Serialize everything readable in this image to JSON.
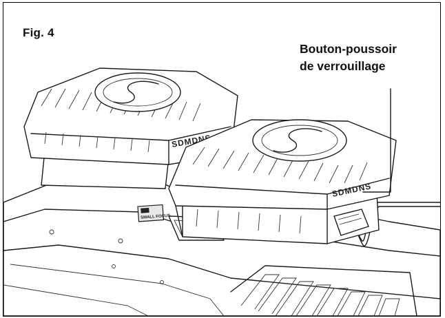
{
  "figure": {
    "label": "Fig. 4",
    "callout_line1": "Bouton-poussoir",
    "callout_line2": "de verrouillage"
  },
  "battery": {
    "brand_text": "SDMDNS"
  },
  "charger": {
    "label_text": "SMALL FOCUS"
  },
  "colors": {
    "ink": "#1a1a1a",
    "background": "#ffffff"
  }
}
